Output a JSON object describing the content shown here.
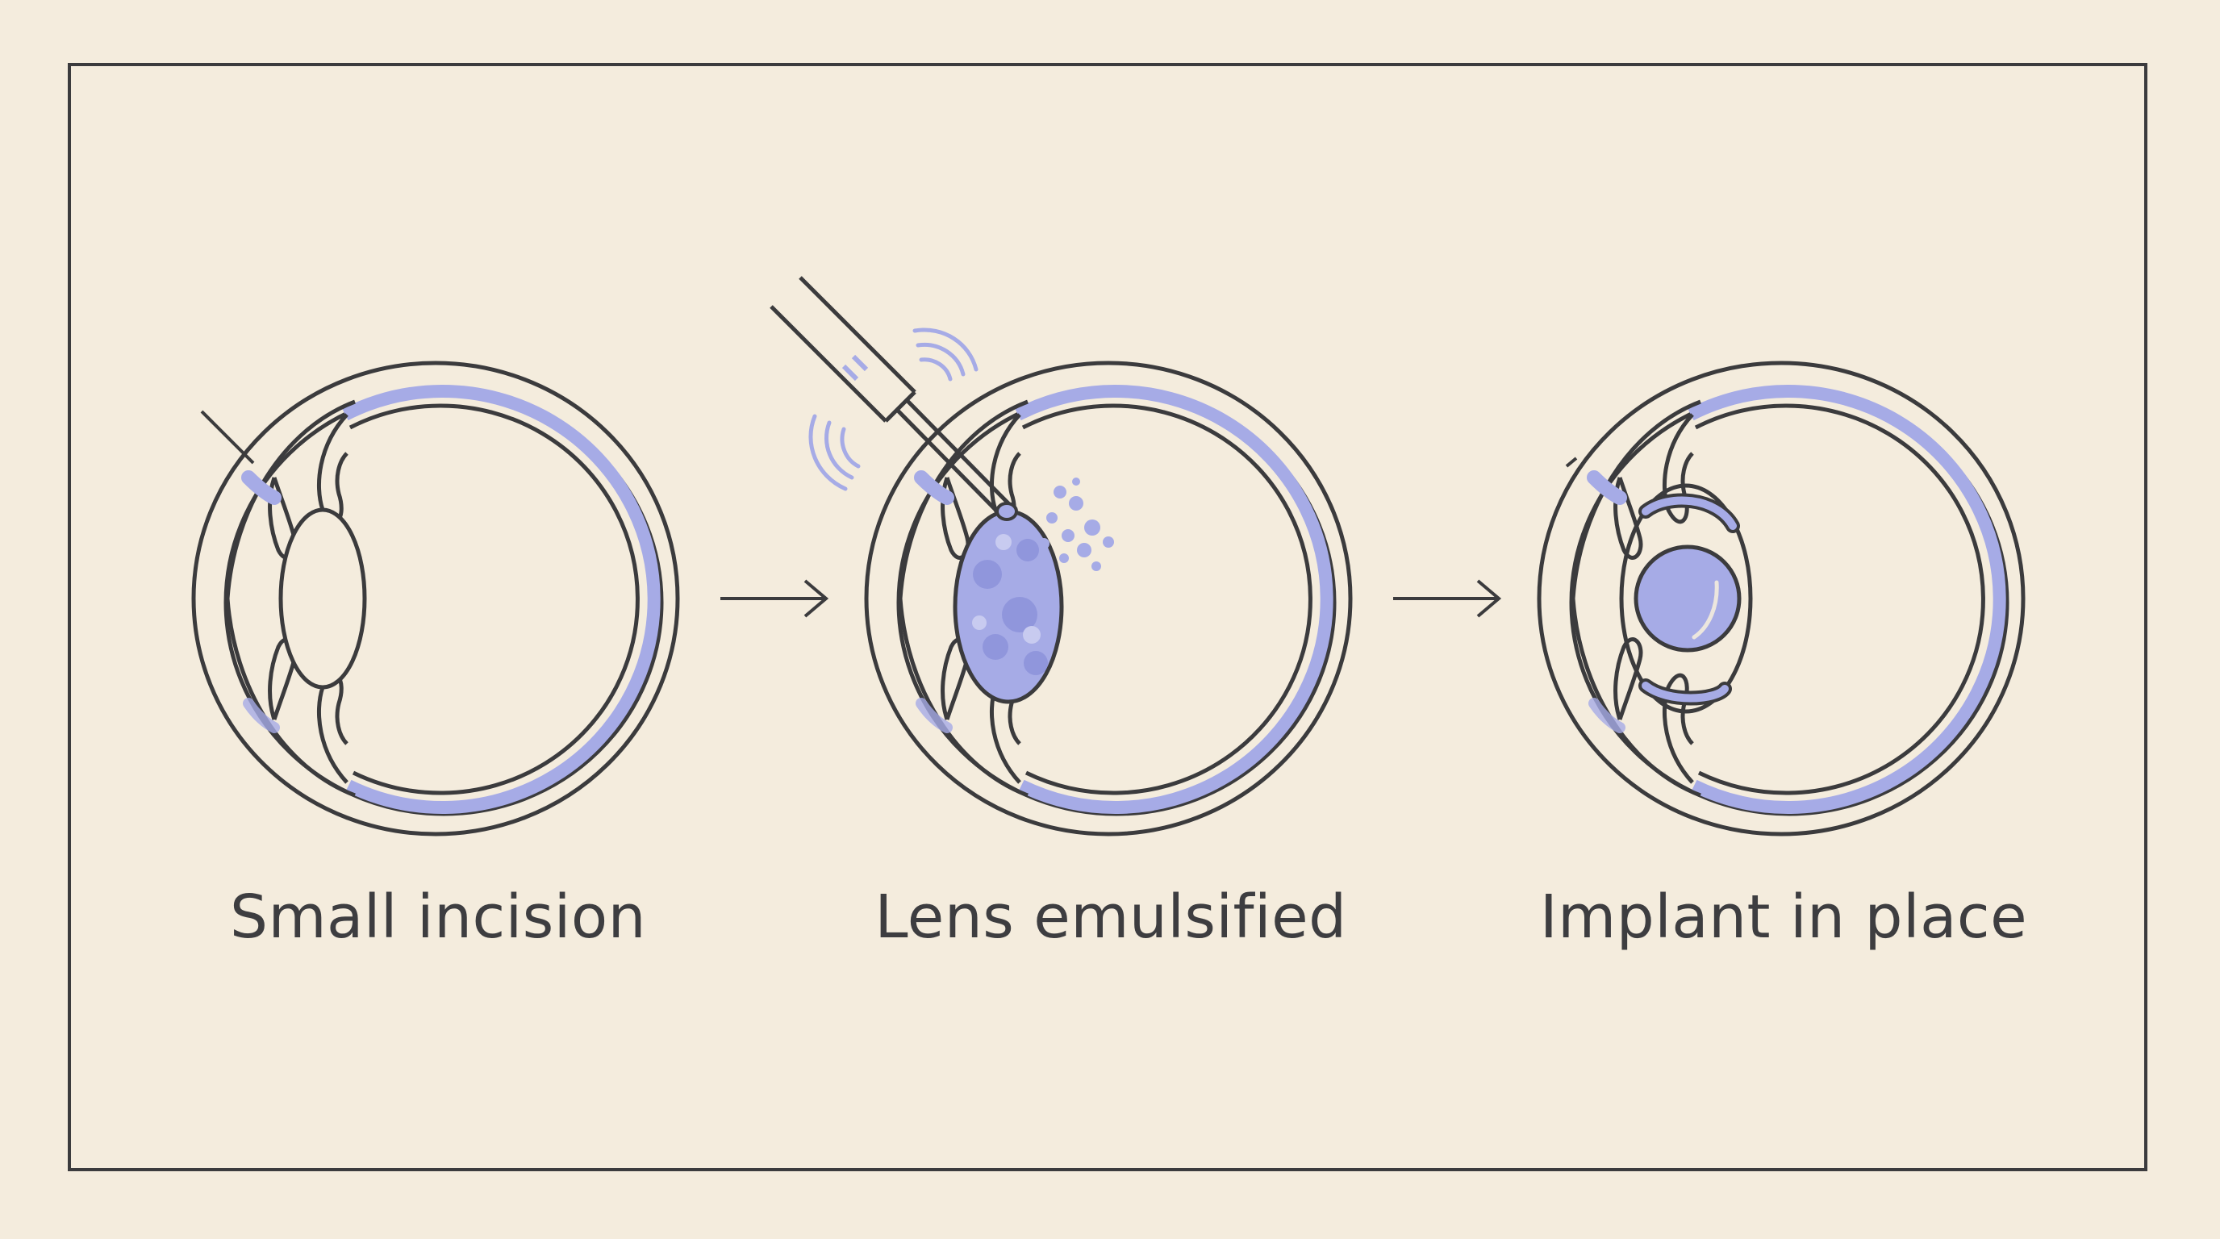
{
  "colors": {
    "background": "#f4ecdd",
    "line": "#3b3b3d",
    "accent": "#a6abe6",
    "accent_dark": "#8e94dc"
  },
  "steps": [
    {
      "caption": "Small incision",
      "icon": "eye-incision-icon"
    },
    {
      "caption": "Lens emulsified",
      "icon": "eye-emulsification-icon"
    },
    {
      "caption": "Implant in place",
      "icon": "eye-implant-icon"
    }
  ],
  "connectors": [
    "arrow-right-icon",
    "arrow-right-icon"
  ]
}
